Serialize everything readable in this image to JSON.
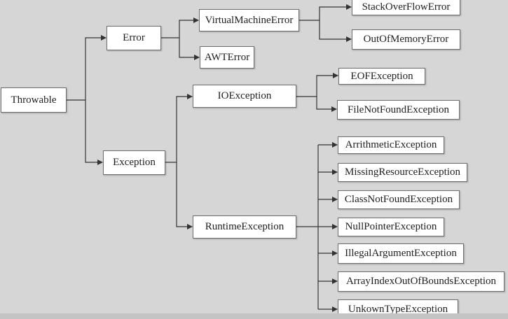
{
  "diagram": {
    "root": {
      "label": "Throwable"
    },
    "error": {
      "label": "Error",
      "children": {
        "virtual_machine_error": {
          "label": "VirtualMachineError",
          "children": {
            "stack_overflow_error": {
              "label": "StackOverFlowError"
            },
            "out_of_memory_error": {
              "label": "OutOfMemoryError"
            }
          }
        },
        "awt_error": {
          "label": "AWTError"
        }
      }
    },
    "exception": {
      "label": "Exception",
      "children": {
        "io_exception": {
          "label": "IOException",
          "children": {
            "eof_exception": {
              "label": "EOFException"
            },
            "file_not_found_exception": {
              "label": "FileNotFoundException"
            }
          }
        },
        "runtime_exception": {
          "label": "RuntimeException",
          "children": {
            "arithmetic_exception": {
              "label": "ArrithmeticException"
            },
            "missing_resource_exception": {
              "label": "MissingResourceException"
            },
            "class_not_found_exception": {
              "label": "ClassNotFoundException"
            },
            "null_pointer_exception": {
              "label": "NullPointerException"
            },
            "illegal_argument_exception": {
              "label": "IllegalArgumentException"
            },
            "array_index_out_of_bounds_exception": {
              "label": "ArrayIndexOutOfBoundsException"
            },
            "unknown_type_exception": {
              "label": "UnkownTypeException"
            }
          }
        }
      }
    }
  },
  "colors": {
    "background": "#d6d6d6",
    "box": "#ffffff",
    "line": "#333333"
  }
}
